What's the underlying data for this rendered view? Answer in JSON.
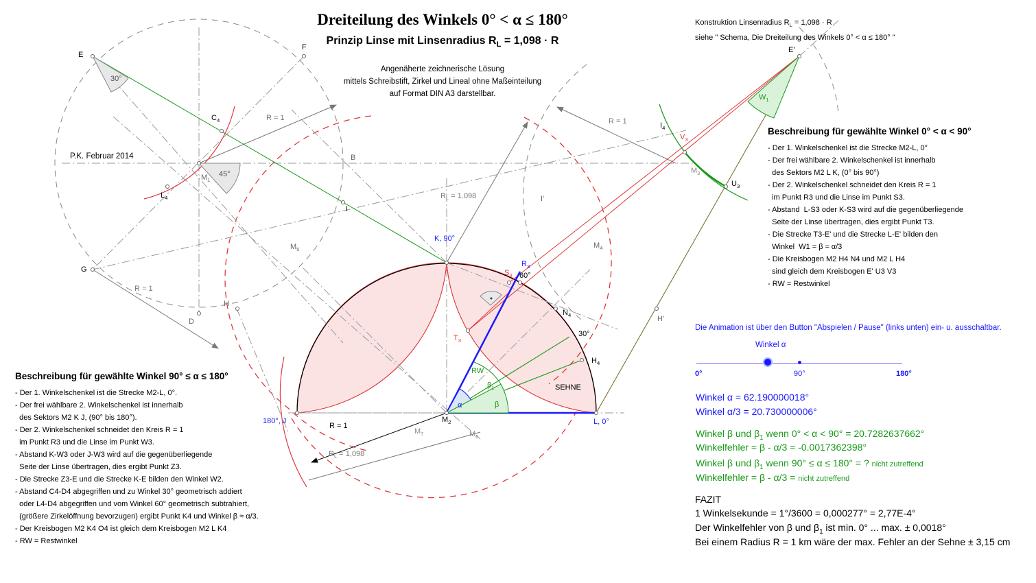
{
  "title": "Dreiteilung des Winkels 0° < α ≤ 180°",
  "subtitle": "Prinzip Linse mit Linsenradius R",
  "subtitle_sub": "L",
  "subtitle_tail": " = 1,098 · R",
  "intro_lines": [
    "Angenäherte zeichnerische Lösung",
    "mittels Schreibstift, Zirkel und Lineal ohne Maßeinteilung",
    "auf Format DIN A3 darstellbar."
  ],
  "author": "P.K. Februar 2014",
  "construction_note": {
    "line1_a": "Konstruktion Linsenradius R",
    "line1_sub": "L",
    "line1_b": " = 1,098 · R",
    "line2": "siehe \" Schema, Die Dreiteilung des Winkels 0° < α ≤ 180° \""
  },
  "desc_right": {
    "heading": "Beschreibung für gewählte Winkel 0° < α < 90°",
    "lines": [
      "- Der 1. Winkelschenkel ist die Strecke M2-L, 0°",
      "- Der frei wählbare 2. Winkelschenkel ist innerhalb",
      "  des Sektors M2 L K, (0° bis 90°)",
      "- Der 2. Winkelschenkel schneidet den Kreis R = 1",
      "  im Punkt R3 und die Linse im Punkt S3.",
      "- Abstand  L-S3 oder K-S3 wird auf die gegenüberliegende",
      "  Seite der Linse übertragen, dies ergibt Punkt T3.",
      "- Die Strecke T3-E' und die Strecke L-E' bilden den",
      "  Winkel  W1 = β ≈ α/3",
      "- Die Kreisbogen M2 H4 N4 und M2 L H4",
      "  sind gleich dem Kreisbogen E' U3 V3",
      "- RW = Restwinkel"
    ]
  },
  "desc_left": {
    "heading": "Beschreibung für gewählte Winkel 90° ≤ α ≤ 180°",
    "lines": [
      "- Der 1. Winkelschenkel ist die Strecke M2-L, 0°.",
      "- Der frei wählbare 2. Winkelschenkel ist innerhalb",
      "  des Sektors M2 K J, (90° bis 180°).",
      "- Der 2. Winkelschenkel schneidet den Kreis R = 1",
      "  im Punkt R3 und die Linse im Punkt W3.",
      "- Abstand K-W3 oder J-W3 wird auf die gegenüberliegende",
      "  Seite der Linse übertragen, dies ergibt Punkt Z3.",
      "- Die Strecke Z3-E und die Strecke K-E bilden den Winkel W2.",
      "- Abstand C4-D4 abgegriffen und zu Winkel 30° geometrisch addiert",
      "  oder L4-D4 abgegriffen und vom Winkel 60° geometrisch subtrahiert,",
      "  (größere Zirkelöffnung bevorzugen) ergibt Punkt K4 und Winkel β ≈ α/3.",
      "- Der Kreisbogen M2 K4 O4 ist gleich dem Kreisbogen M2 L K4",
      "- RW = Restwinkel"
    ]
  },
  "animation_note": "Die Animation ist über den Button \"Abspielen / Pause\" (links unten) ein- u. ausschaltbar.",
  "slider": {
    "label": "Winkel α",
    "min_label": "0°",
    "mid_label": "90°",
    "max_label": "180°",
    "min": 0,
    "max": 180,
    "value": 62.19
  },
  "results": {
    "alpha": "Winkel α = 62.190000018°",
    "alpha3": "Winkel α/3 = 20.730000006°",
    "beta_lt90_a": "Winkel β und β",
    "beta_lt90_b": " wenn 0° < α < 90° = 20.7282637662°",
    "err_lt90": "Winkelfehler = β - α/3 = -0.0017362398°",
    "beta_ge90_a": "Winkel β und β",
    "beta_ge90_b": " wenn 90° ≤ α ≤ 180° = ? ",
    "beta_ge90_note": "nicht zutreffend",
    "err_ge90": "Winkelfehler = β - α/3 = ",
    "err_ge90_note": "nicht zutreffend"
  },
  "fazit": {
    "heading": "FAZIT",
    "line1": "1 Winkelsekunde = 1°/3600 = 0,000277° = 2,77E-4°",
    "line2a": "Der Winkelfehler von β und β",
    "line2b": " ist min. 0° ... max. ± 0,0018°",
    "line3": "Bei einem Radius R = 1 km wäre der max. Fehler an der Sehne ± 3,15 cm"
  },
  "figure_labels": {
    "E": "E",
    "F": "F",
    "C4": "C",
    "C4_sub": "4",
    "L4": "L",
    "L4_sub": "4",
    "M1": "M",
    "M1_sub": "1",
    "B": "B",
    "I": "I",
    "G": "G",
    "H": "H",
    "D": "D",
    "M5": "M",
    "M5_sub": "5",
    "K90": "K, 90°",
    "J180": "180°, J",
    "L0": "L, 0°",
    "M2": "M",
    "M2_sub": "2",
    "M6": "M",
    "M6_sub": "6",
    "M7": "M",
    "M7_sub": "7",
    "R3": "R",
    "R3_sub": "3",
    "S3": "S",
    "S3_sub": "3",
    "T3": "T",
    "T3_sub": "3",
    "N4": "N",
    "N4_sub": "4",
    "H4": "H",
    "H4_sub": "4",
    "Iprime": "I'",
    "M4": "M",
    "M4_sub": "4",
    "Eprime": "E'",
    "I4": "I",
    "I4_sub": "4",
    "V3": "V",
    "V3_sub": "3",
    "M3": "M",
    "M3_sub": "3",
    "U3": "U",
    "U3_sub": "3",
    "Hprime": "H'",
    "W1": "W",
    "W1_sub": "1",
    "ang30": "30°",
    "ang45": "45°",
    "ang60": "60°",
    "ang30b": "30°",
    "R1_a": "R = 1",
    "R1_b": "R = 1",
    "R1_c": "R = 1",
    "R1_d": "R = 1",
    "RL_a": "R",
    "RL_a_sub": "L",
    "RL_a_tail": " = 1.098",
    "RL_b": "R",
    "RL_b_sub": "L",
    "RL_b_tail": " = 1,098",
    "RW": "RW",
    "beta1": "β",
    "beta1_sub": "1",
    "beta": "β",
    "alpha": "α",
    "sehne": "SEHNE"
  }
}
